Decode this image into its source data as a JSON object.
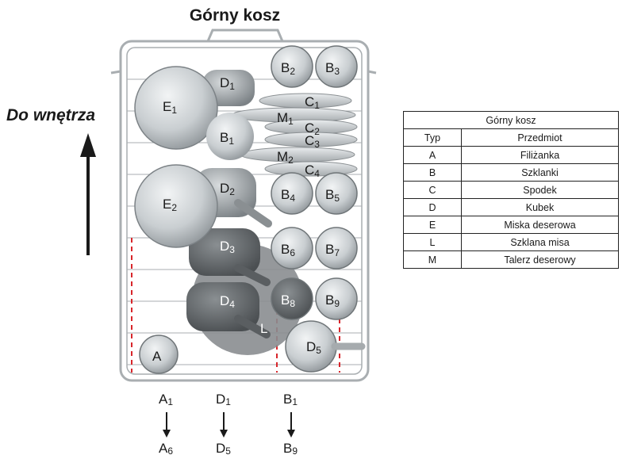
{
  "diagram": {
    "title": "Górny kosz",
    "direction_label": "Do wnętrza",
    "items": {
      "E1": [
        "E",
        "1"
      ],
      "E2": [
        "E",
        "2"
      ],
      "D1": [
        "D",
        "1"
      ],
      "D2": [
        "D",
        "2"
      ],
      "D3": [
        "D",
        "3"
      ],
      "D4": [
        "D",
        "4"
      ],
      "D5": [
        "D",
        "5"
      ],
      "B1": [
        "B",
        "1"
      ],
      "B2": [
        "B",
        "2"
      ],
      "B3": [
        "B",
        "3"
      ],
      "B4": [
        "B",
        "4"
      ],
      "B5": [
        "B",
        "5"
      ],
      "B6": [
        "B",
        "6"
      ],
      "B7": [
        "B",
        "7"
      ],
      "B8": [
        "B",
        "8"
      ],
      "B9": [
        "B",
        "9"
      ],
      "C1": [
        "C",
        "1"
      ],
      "C2": [
        "C",
        "2"
      ],
      "C3": [
        "C",
        "3"
      ],
      "C4": [
        "C",
        "4"
      ],
      "M1": [
        "M",
        "1"
      ],
      "M2": [
        "M",
        "2"
      ],
      "A": [
        "A",
        ""
      ],
      "L": [
        "L",
        ""
      ]
    },
    "sequences": [
      {
        "from": [
          "A",
          "1"
        ],
        "to": [
          "A",
          "6"
        ]
      },
      {
        "from": [
          "D",
          "1"
        ],
        "to": [
          "D",
          "5"
        ]
      },
      {
        "from": [
          "B",
          "1"
        ],
        "to": [
          "B",
          "9"
        ]
      }
    ]
  },
  "legend": {
    "title": "Górny kosz",
    "headers": [
      "Typ",
      "Przedmiot"
    ],
    "rows": [
      [
        "A",
        "Filiżanka"
      ],
      [
        "B",
        "Szklanki"
      ],
      [
        "C",
        "Spodek"
      ],
      [
        "D",
        "Kubek"
      ],
      [
        "E",
        "Miska deserowa"
      ],
      [
        "L",
        "Szklana misa"
      ],
      [
        "M",
        "Talerz deserowy"
      ]
    ]
  }
}
